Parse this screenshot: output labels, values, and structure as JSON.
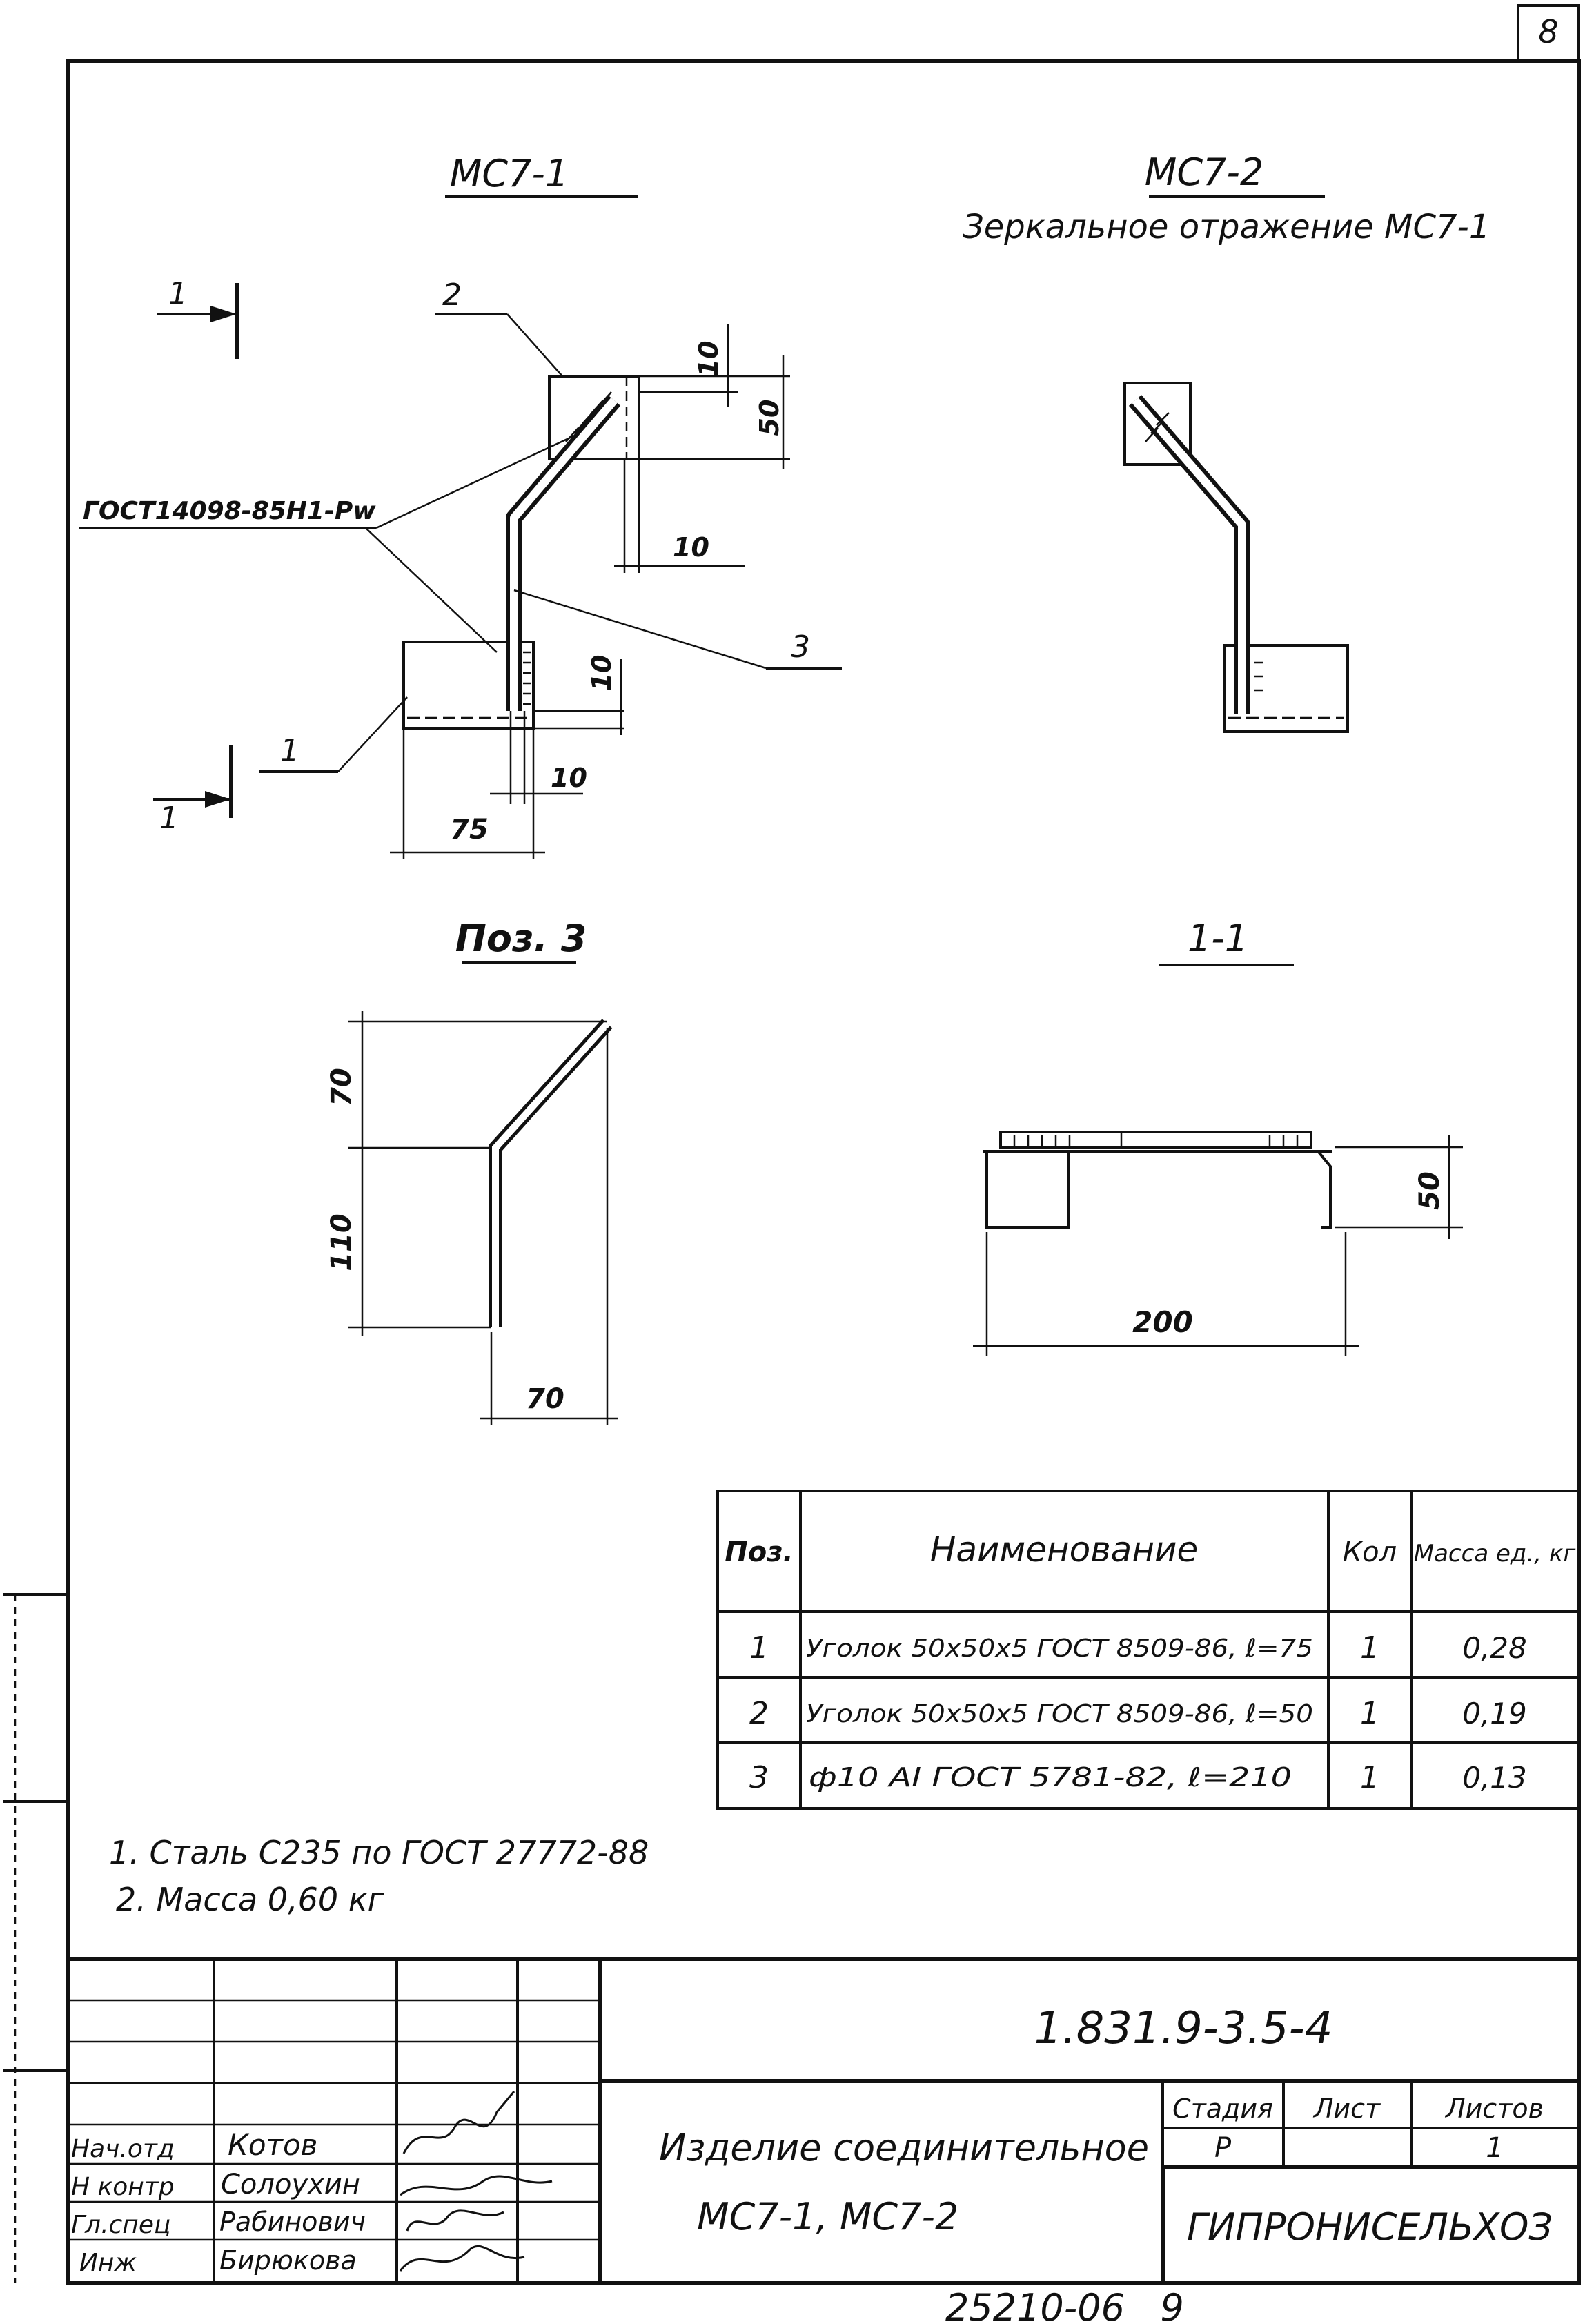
{
  "sheet_corner_number": "8",
  "views": {
    "mc71": {
      "title": "МС7-1"
    },
    "mc72": {
      "title": "МС7-2",
      "subtitle": "Зеркальное отражение МС7-1"
    },
    "pos3": {
      "title": "Поз. 3"
    },
    "section": {
      "title": "1-1"
    }
  },
  "labels": {
    "section_mark": "1",
    "pos1": "1",
    "pos2": "2",
    "pos3": "3",
    "weld": "ГОСТ14098-85Н1-Рw"
  },
  "dimensions": {
    "top_10": "10",
    "top_50": "50",
    "mid_10": "10",
    "low_10_vert": "10",
    "low_10_horiz": "10",
    "width_75": "75",
    "pos3_70_top": "70",
    "pos3_110": "110",
    "pos3_70_bottom": "70",
    "sec_50": "50",
    "sec_200": "200"
  },
  "spec_table": {
    "headers": {
      "pos": "Поз.",
      "name": "Наименование",
      "qty": "Кол",
      "mass": "Масса ед., кг"
    },
    "rows": [
      {
        "pos": "1",
        "name": "Уголок 50х50х5 ГОСТ 8509-86, ℓ=75",
        "qty": "1",
        "mass": "0,28"
      },
      {
        "pos": "2",
        "name": "Уголок 50х50х5 ГОСТ 8509-86, ℓ=50",
        "qty": "1",
        "mass": "0,19"
      },
      {
        "pos": "3",
        "name": "ф10 АI ГОСТ 5781-82, ℓ=210",
        "qty": "1",
        "mass": "0,13"
      }
    ]
  },
  "notes": [
    "1. Сталь С235 по ГОСТ 27772-88",
    "2. Масса 0,60 кг"
  ],
  "title_block": {
    "doc_code": "1.831.9-3.5-4",
    "product_name_line1": "Изделие соединительное",
    "product_name_line2": "МС7-1, МС7-2",
    "stage_label": "Стадия",
    "sheet_label": "Лист",
    "sheets_label": "Листов",
    "stage_value": "Р",
    "sheet_value": "",
    "sheets_value": "1",
    "organization": "ГИПРОНИСЕЛЬХОЗ",
    "signatures": [
      {
        "role": "Нач.отд",
        "name": "Котов"
      },
      {
        "role": "Н контр",
        "name": "Солоухин"
      },
      {
        "role": "Гл.спец",
        "name": "Рабинович"
      },
      {
        "role": "Инж",
        "name": "Бирюкова"
      }
    ]
  },
  "footer_code": "25210-06   9"
}
